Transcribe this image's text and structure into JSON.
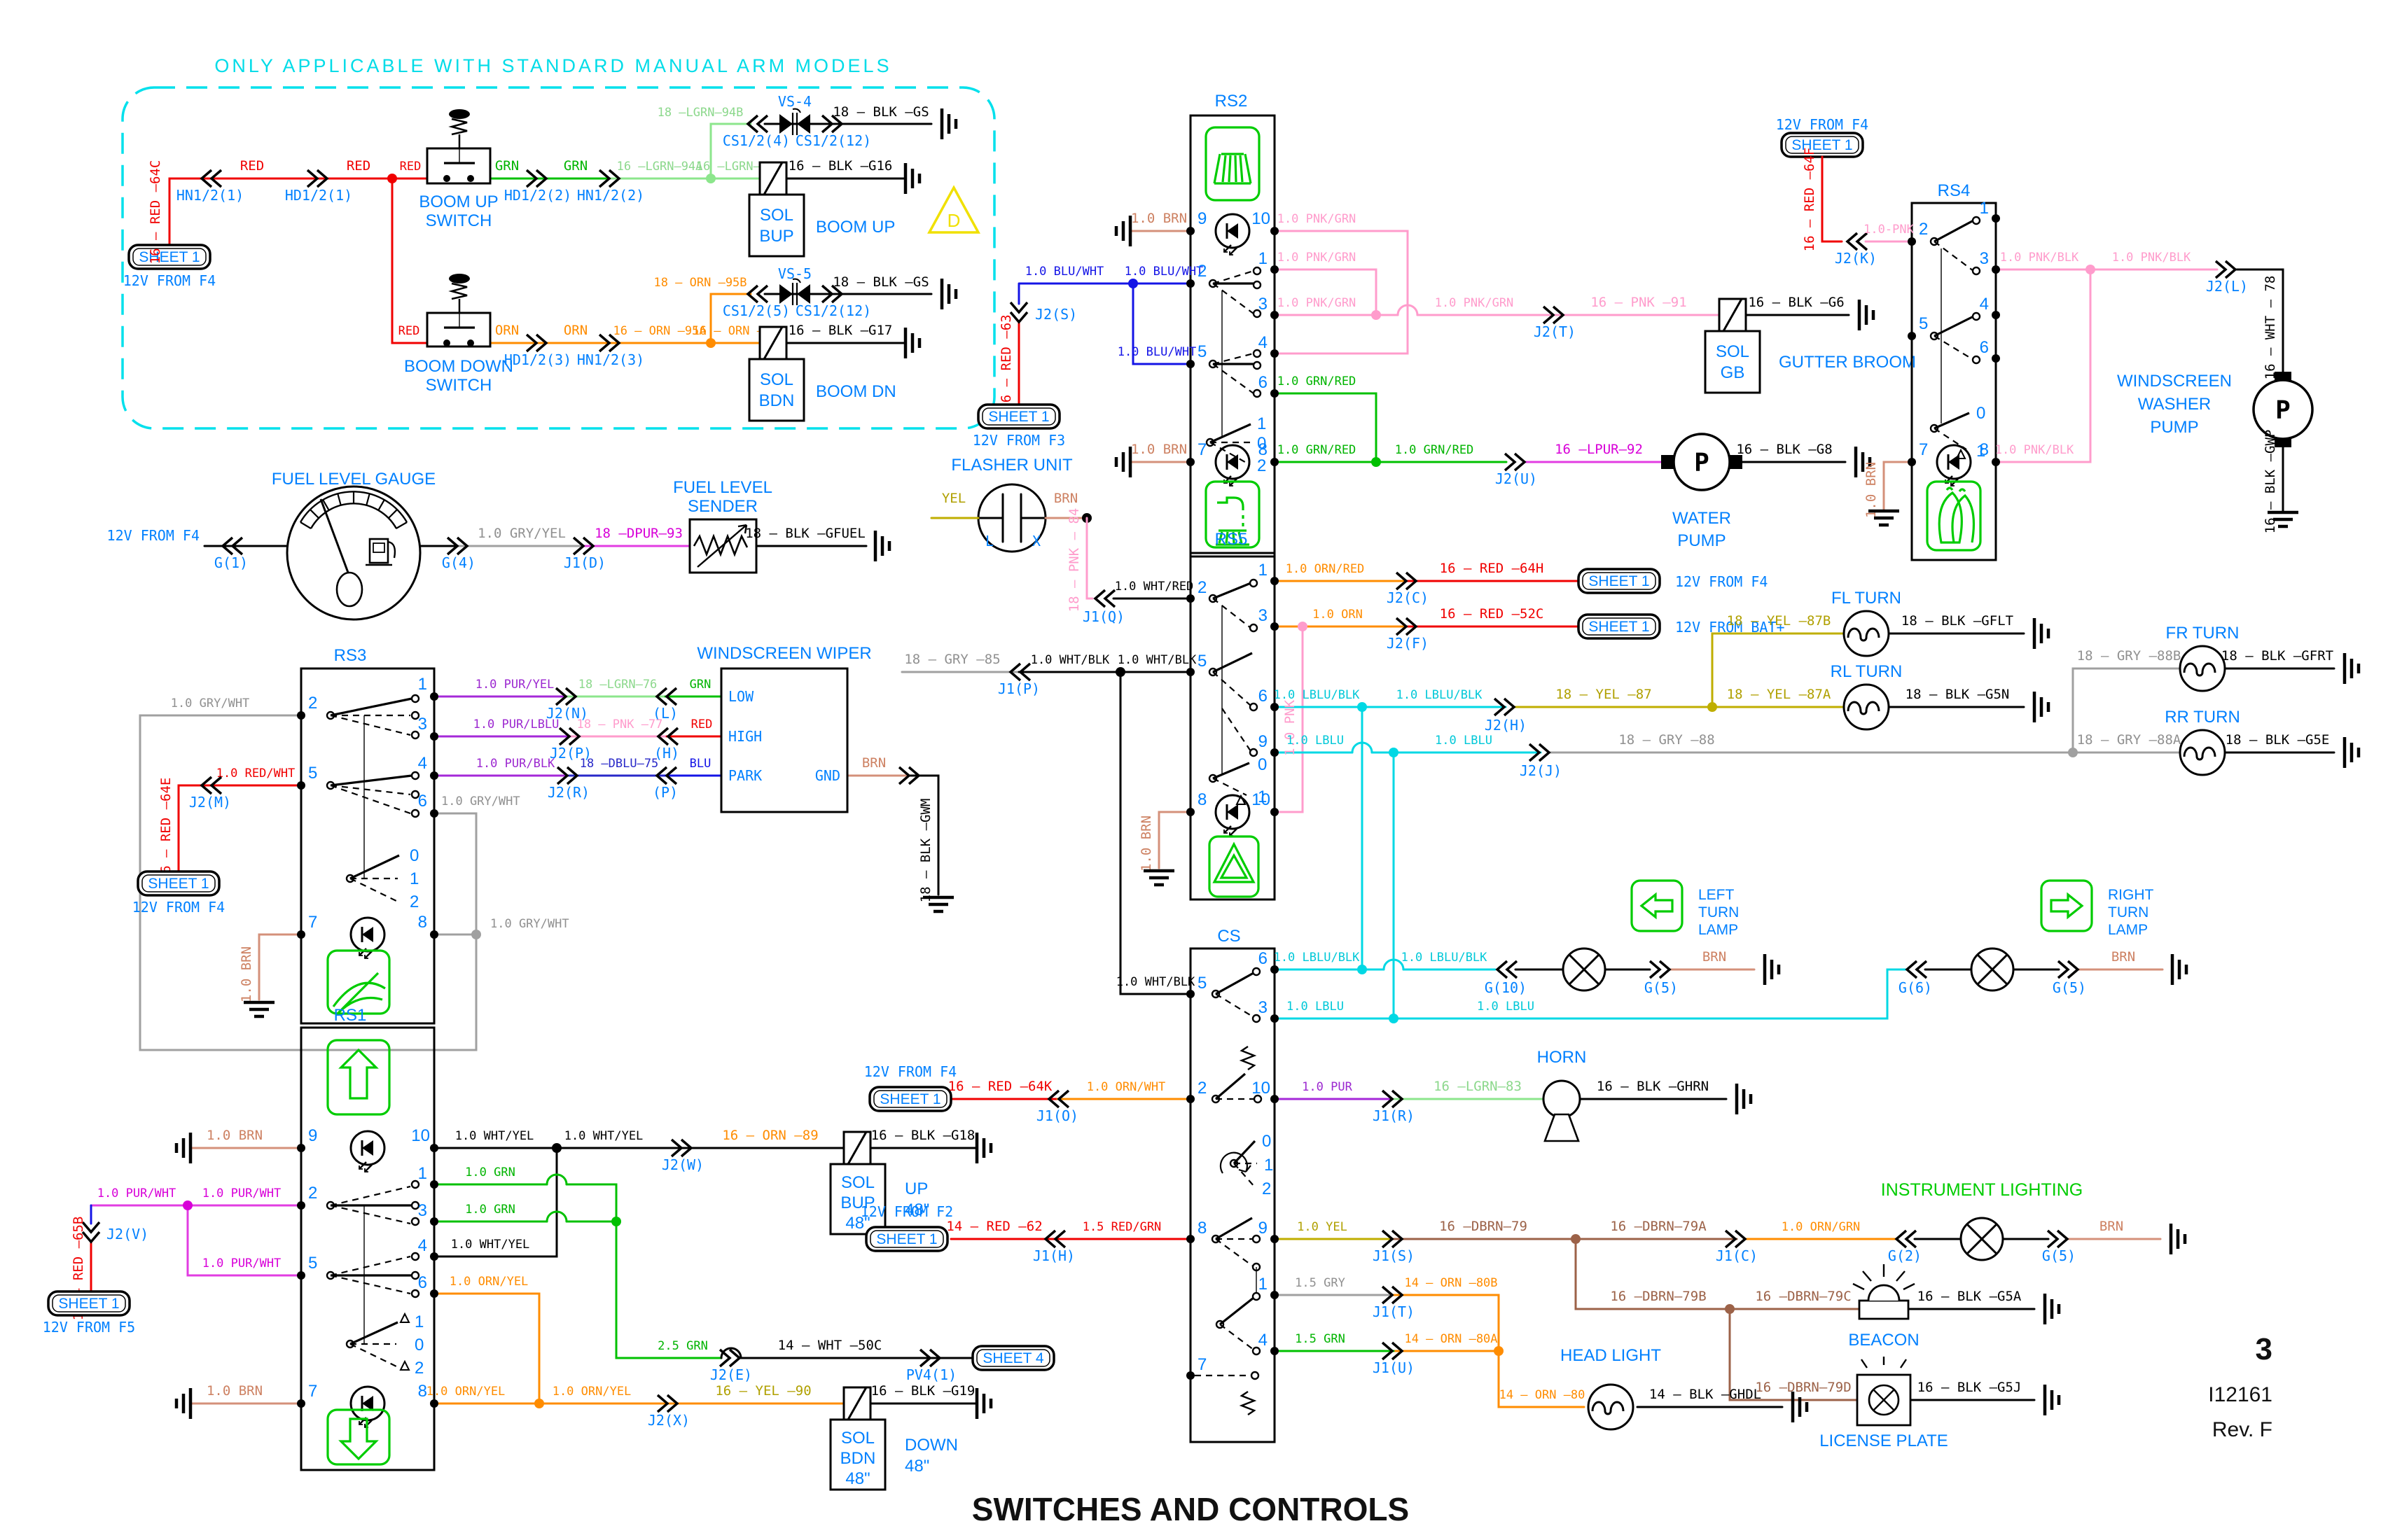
{
  "meta": {
    "title": "SWITCHES AND CONTROLS",
    "page": "3",
    "doc": "I12161",
    "rev": "Rev. F"
  },
  "note": "ONLY APPLICABLE WITH STANDARD MANUAL ARM MODELS",
  "colors": {
    "red": "#f00000",
    "green": "#00c000",
    "light_green": "#8ce68c",
    "orange": "#ff8c00",
    "yellow": "#bfae00",
    "pink": "#ff9ccc",
    "magenta": "#d800d8",
    "purple": "#a428d8",
    "blue": "#1414e6",
    "dark_blue": "#2828c8",
    "light_blue": "#00d8e4",
    "gray": "#a0a0a0",
    "tan": "#d4907a",
    "brown": "#9c6248",
    "label_blue": "#0080ff",
    "icon_green": "#00cc00",
    "note_cyan": "#00e0ec",
    "warning_yellow": "#f0e000",
    "black": "#000000"
  },
  "c": {
    "sheet1": "SHEET 1",
    "sheet4": "SHEET 4",
    "f2": "12V FROM F2",
    "f3": "12V FROM F3",
    "f4": "12V FROM F4",
    "f5": "12V FROM F5",
    "bat": "12V FROM BAT+",
    "sol": "SOL",
    "p": "P",
    "red": "RED",
    "grn": "GRN",
    "orn": "ORN",
    "blu": "BLU",
    "yel": "YEL",
    "brn": "BRN",
    "l": "L",
    "x": "X",
    "brn10": "1.0 BRN",
    "grywht": "1.0 GRY/WHT",
    "purwht": "1.0 PUR/WHT",
    "pnkgrn": "1.0 PNK/GRN",
    "bluwht": "1.0 BLU/WHT",
    "lblublk": "1.0 LBLU/BLK",
    "lblu": "1.0 LBLU",
    "whtblk": "1.0 WHT/BLK",
    "whtyel": "1.0 WHT/YEL",
    "ornyel": "1.0 ORN/YEL",
    "grnred": "1.0 GRN/RED",
    "pnkblk": "1.0 PNK/BLK",
    "whtred": "1.0 WHT/RED",
    "g5": "G(5)",
    "cs1212": "CS1/2(12)",
    "blkgs": "18 – BLK –GS",
    "n0": "0",
    "n1": "1",
    "n2": "2",
    "n3": "3",
    "n4": "4",
    "n5": "5",
    "n6": "6",
    "n7": "7",
    "n8": "8",
    "n9": "9",
    "n10": "10"
  },
  "boom": {
    "red64c": "16 – RED –64C",
    "hn121": "HN1/2(1)",
    "hd121": "HD1/2(1)",
    "hd122": "HD1/2(2)",
    "hn122": "HN1/2(2)",
    "hd123": "HD1/2(3)",
    "hn123": "HN1/2(3)",
    "lgrn94a": "16 –LGRN–94A",
    "lgrn94": "16 –LGRN–94",
    "lgrn94b": "18 –LGRN–94B",
    "cs124": "CS1/2(4)",
    "cs125": "CS1/2(5)",
    "vs4": "VS-4",
    "vs5": "VS-5",
    "g16": "16 – BLK –G16",
    "g17": "16 – BLK –G17",
    "orn95a": "16 – ORN –95A",
    "orn95": "16 – ORN –95",
    "orn95b": "18 – ORN –95B",
    "boomup": "BOOM UP",
    "boomdown": "BOOM DOWN",
    "sw": "SWITCH",
    "boomdn": "BOOM DN",
    "bup": "BUP",
    "bdn": "BDN",
    "d": "D"
  },
  "fuel": {
    "title": "FUEL LEVEL GAUGE",
    "s1": "FUEL LEVEL",
    "s2": "SENDER",
    "g1": "G(1)",
    "g4": "G(4)",
    "gryyel": "1.0 GRY/YEL",
    "j1d": "J1(D)",
    "dpur93": "18 –DPUR–93",
    "gfuel": "18 – BLK –GFUEL"
  },
  "rs3": {
    "name": "RS3",
    "title": "WINDSCREEN WIPER",
    "low": "LOW",
    "high": "HIGH",
    "park": "PARK",
    "gnd": "GND",
    "puryel": "1.0 PUR/YEL",
    "purlblu": "1.0 PUR/LBLU",
    "purblk": "1.0 PUR/BLK",
    "j2n": "J2(N)",
    "j2p": "J2(P)",
    "j2r": "J2(R)",
    "j2m": "J2(M)",
    "lgrn76": "18 –LGRN–76",
    "pnk77": "18 – PNK –77",
    "dblu75": "18 –DBLU–75",
    "pl": "(L)",
    "ph": "(H)",
    "pp": "(P)",
    "redwht": "1.0 RED/WHT",
    "red64e": "16 – RED –64E",
    "gwm": "18 – BLK –GWM"
  },
  "rs1": {
    "name": "RS1",
    "j2w": "J2(W)",
    "orn89": "16 – ORN –89",
    "g18": "16 – BLK –G18",
    "j2v": "J2(V)",
    "red65b": "16 – RED –65B",
    "grn10": "1.0 GRN",
    "grn25": "2.5 GRN",
    "j2e": "J2(E)",
    "wht50c": "14 – WHT –50C",
    "pv41": "PV4(1)",
    "j2x": "J2(X)",
    "yel90": "16 – YEL –90",
    "g19": "16 – BLK –G19",
    "up": "UP",
    "down": "DOWN",
    "q": "48\"",
    "bup": "BUP",
    "bdn": "BDN"
  },
  "rs2": {
    "name": "RS2",
    "j2s": "J2(S)",
    "red63": "16 – RED –63",
    "j2t": "J2(T)",
    "pnk91": "16 – PNK –91",
    "g6": "16 – BLK –G6",
    "gutter": "GUTTER BROOM",
    "j2u": "J2(U)",
    "lpur92": "16 –LPUR–92",
    "g8": "16 – BLK –G8",
    "water": "WATER",
    "pump": "PUMP",
    "gb": "GB"
  },
  "rs4": {
    "name": "RS4",
    "red64f": "16 – RED –64F",
    "j2k": "J2(K)",
    "pnk": "1.0-PNK",
    "j2l": "J2(L)",
    "wht78": "16 – WHT – 78",
    "gwp": "16 – BLK –GWP",
    "w1": "WINDSCREEN",
    "w2": "WASHER",
    "w3": "PUMP"
  },
  "flasher": {
    "title": "FLASHER UNIT",
    "pnk84": "18 – PNK – 84",
    "j1q": "J1(Q)"
  },
  "rs5": {
    "name": "RS5",
    "ornred": "1.0 ORN/RED",
    "j2c": "J2(C)",
    "red64h": "16 – RED –64H",
    "orn10": "1.0 ORN",
    "j2f": "J2(F)",
    "red52c": "16 – RED –52C",
    "gry85": "18 – GRY –85",
    "j1p": "J1(P)",
    "j2h": "J2(H)",
    "yel87": "18 – YEL –87",
    "yel87a": "18 – YEL –87A",
    "yel87b": "18 – YEL –87B",
    "j2j": "J2(J)",
    "gry88": "18 – GRY –88",
    "gry88a": "18 – GRY –88A",
    "gry88b": "18 – GRY –88B",
    "pnk10": "1.0 PNK"
  },
  "turn": {
    "fl": "FL TURN",
    "rl": "RL TURN",
    "fr": "FR TURN",
    "rr": "RR TURN",
    "gflt": "18 – BLK –GFLT",
    "g5n": "18 – BLK –G5N",
    "gfrt": "18 – BLK –GFRT",
    "g5e": "18 – BLK –G5E"
  },
  "cs": {
    "name": "CS",
    "lt1": "LEFT",
    "lt2": "TURN",
    "lt3": "LAMP",
    "rt1": "RIGHT",
    "g10": "G(10)",
    "g6": "G(6)",
    "g2": "G(2)",
    "j1o": "J1(O)",
    "red64k": "16 – RED –64K",
    "ornwht": "1.0 ORN/WHT",
    "pur10": "1.0 PUR",
    "j1r": "J1(R)",
    "lgrn83": "16 –LGRN–83",
    "horn": "HORN",
    "ghrn": "16 – BLK –GHRN",
    "j1h": "J1(H)",
    "red62": "14 – RED –62",
    "redgrn": "1.5 RED/GRN",
    "yel10": "1.0 YEL",
    "j1s": "J1(S)",
    "dbrn79": "16 –DBRN–79",
    "dbrn79a": "16 –DBRN–79A",
    "j1c": "J1(C)",
    "orngrn": "1.0 ORN/GRN",
    "instr": "INSTRUMENT LIGHTING",
    "gry15": "1.5 GRY",
    "j1t": "J1(T)",
    "orn80b": "14 – ORN –80B",
    "grn15": "1.5 GRN",
    "j1u": "J1(U)",
    "orn80a": "14 – ORN –80A",
    "orn80": "14 – ORN –80",
    "dbrn79b": "16 –DBRN–79B",
    "dbrn79c": "16 –DBRN–79C",
    "g5a": "16 – BLK –G5A",
    "beacon": "BEACON",
    "dbrn79d": "16 –DBRN–79D",
    "g5j": "16 – BLK –G5J",
    "license": "LICENSE PLATE",
    "head": "HEAD LIGHT",
    "ghdl": "14 – BLK –GHDL"
  }
}
